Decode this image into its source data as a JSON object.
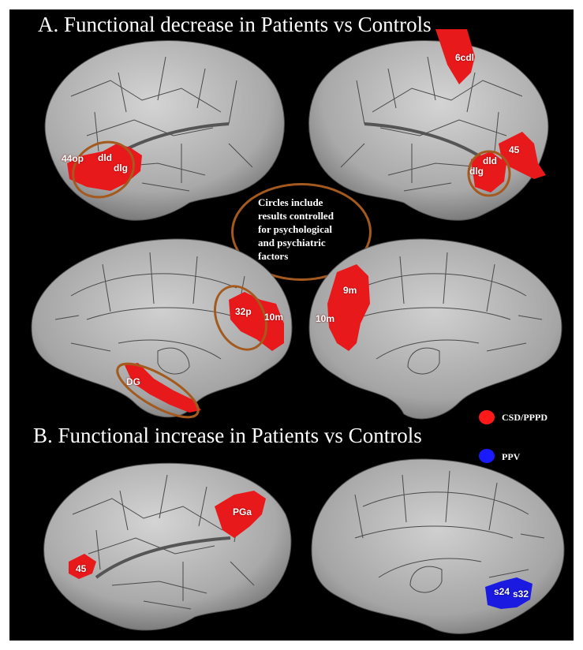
{
  "panel_a": {
    "title": "A. Functional decrease in Patients vs Controls",
    "note": "Circles include results controlled for psychological and psychiatric factors",
    "regions": {
      "left_lateral": [
        "44op",
        "dld",
        "dlg"
      ],
      "right_lateral": [
        "6cdl",
        "45",
        "dld",
        "dlg"
      ],
      "left_medial": [
        "32p",
        "10m",
        "DG"
      ],
      "right_medial": [
        "9m",
        "10m"
      ]
    }
  },
  "panel_b": {
    "title": "B. Functional increase in Patients vs Controls",
    "regions": {
      "left_lateral": [
        "45",
        "PGa"
      ],
      "right_medial": [
        "s24",
        "s32"
      ]
    }
  },
  "legend": [
    {
      "label": "CSD/PPPD",
      "color": "#ff1a1a"
    },
    {
      "label": "PPV",
      "color": "#1a1aff"
    }
  ],
  "colors": {
    "background": "#000000",
    "cortex": "#b8b8b8",
    "decrease_region": "#e8191b",
    "increase_region_red": "#e8191b",
    "increase_region_blue": "#1a1ae0",
    "circle": "#a45a1e"
  }
}
